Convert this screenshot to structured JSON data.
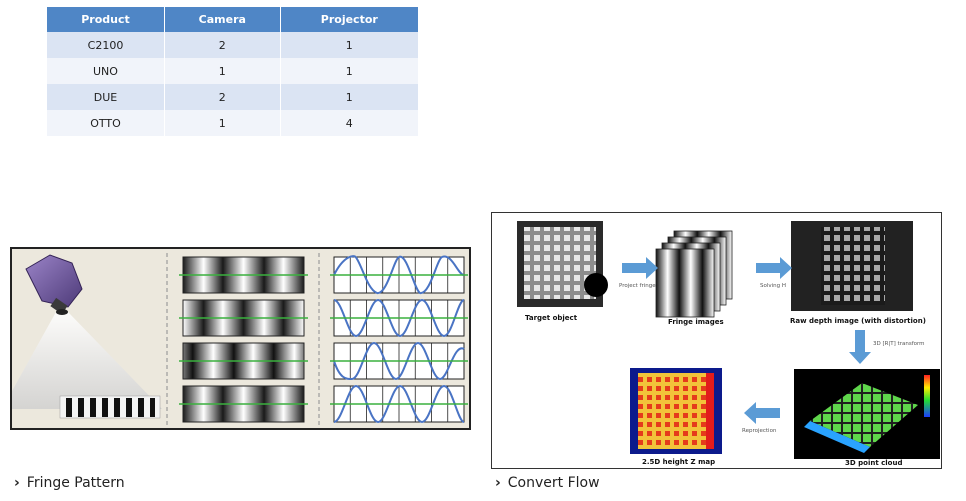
{
  "table": {
    "headers": [
      "Product",
      "Camera",
      "Projector"
    ],
    "rows": [
      [
        "C2100",
        "2",
        "1"
      ],
      [
        "UNO",
        "1",
        "1"
      ],
      [
        "DUE",
        "2",
        "1"
      ],
      [
        "OTTO",
        "1",
        "4"
      ]
    ]
  },
  "colors": {
    "header_bg": "#4f86c6",
    "row_odd": "#dbe4f3",
    "row_even": "#f1f4fa",
    "arrow": "#5b9bd5",
    "fringe_line": "#3ab03e",
    "sine_wave": "#4a74c4"
  },
  "flow": {
    "nodes": {
      "target": "Target object",
      "fringe": "Fringe images",
      "raw": "Raw depth image (with distortion)",
      "cloud": "3D point cloud",
      "height": "2.5D height Z map"
    },
    "steps": {
      "project": "Project fringe",
      "solving": "Solving H",
      "transform": "3D [R|T] transform",
      "reprojection": "Reprojection"
    }
  },
  "captions": {
    "fringe": "Fringe Pattern",
    "flow": "Convert Flow"
  },
  "icons": {
    "caption_bullet": "chevron-right-icon",
    "projector": "projector-icon"
  }
}
